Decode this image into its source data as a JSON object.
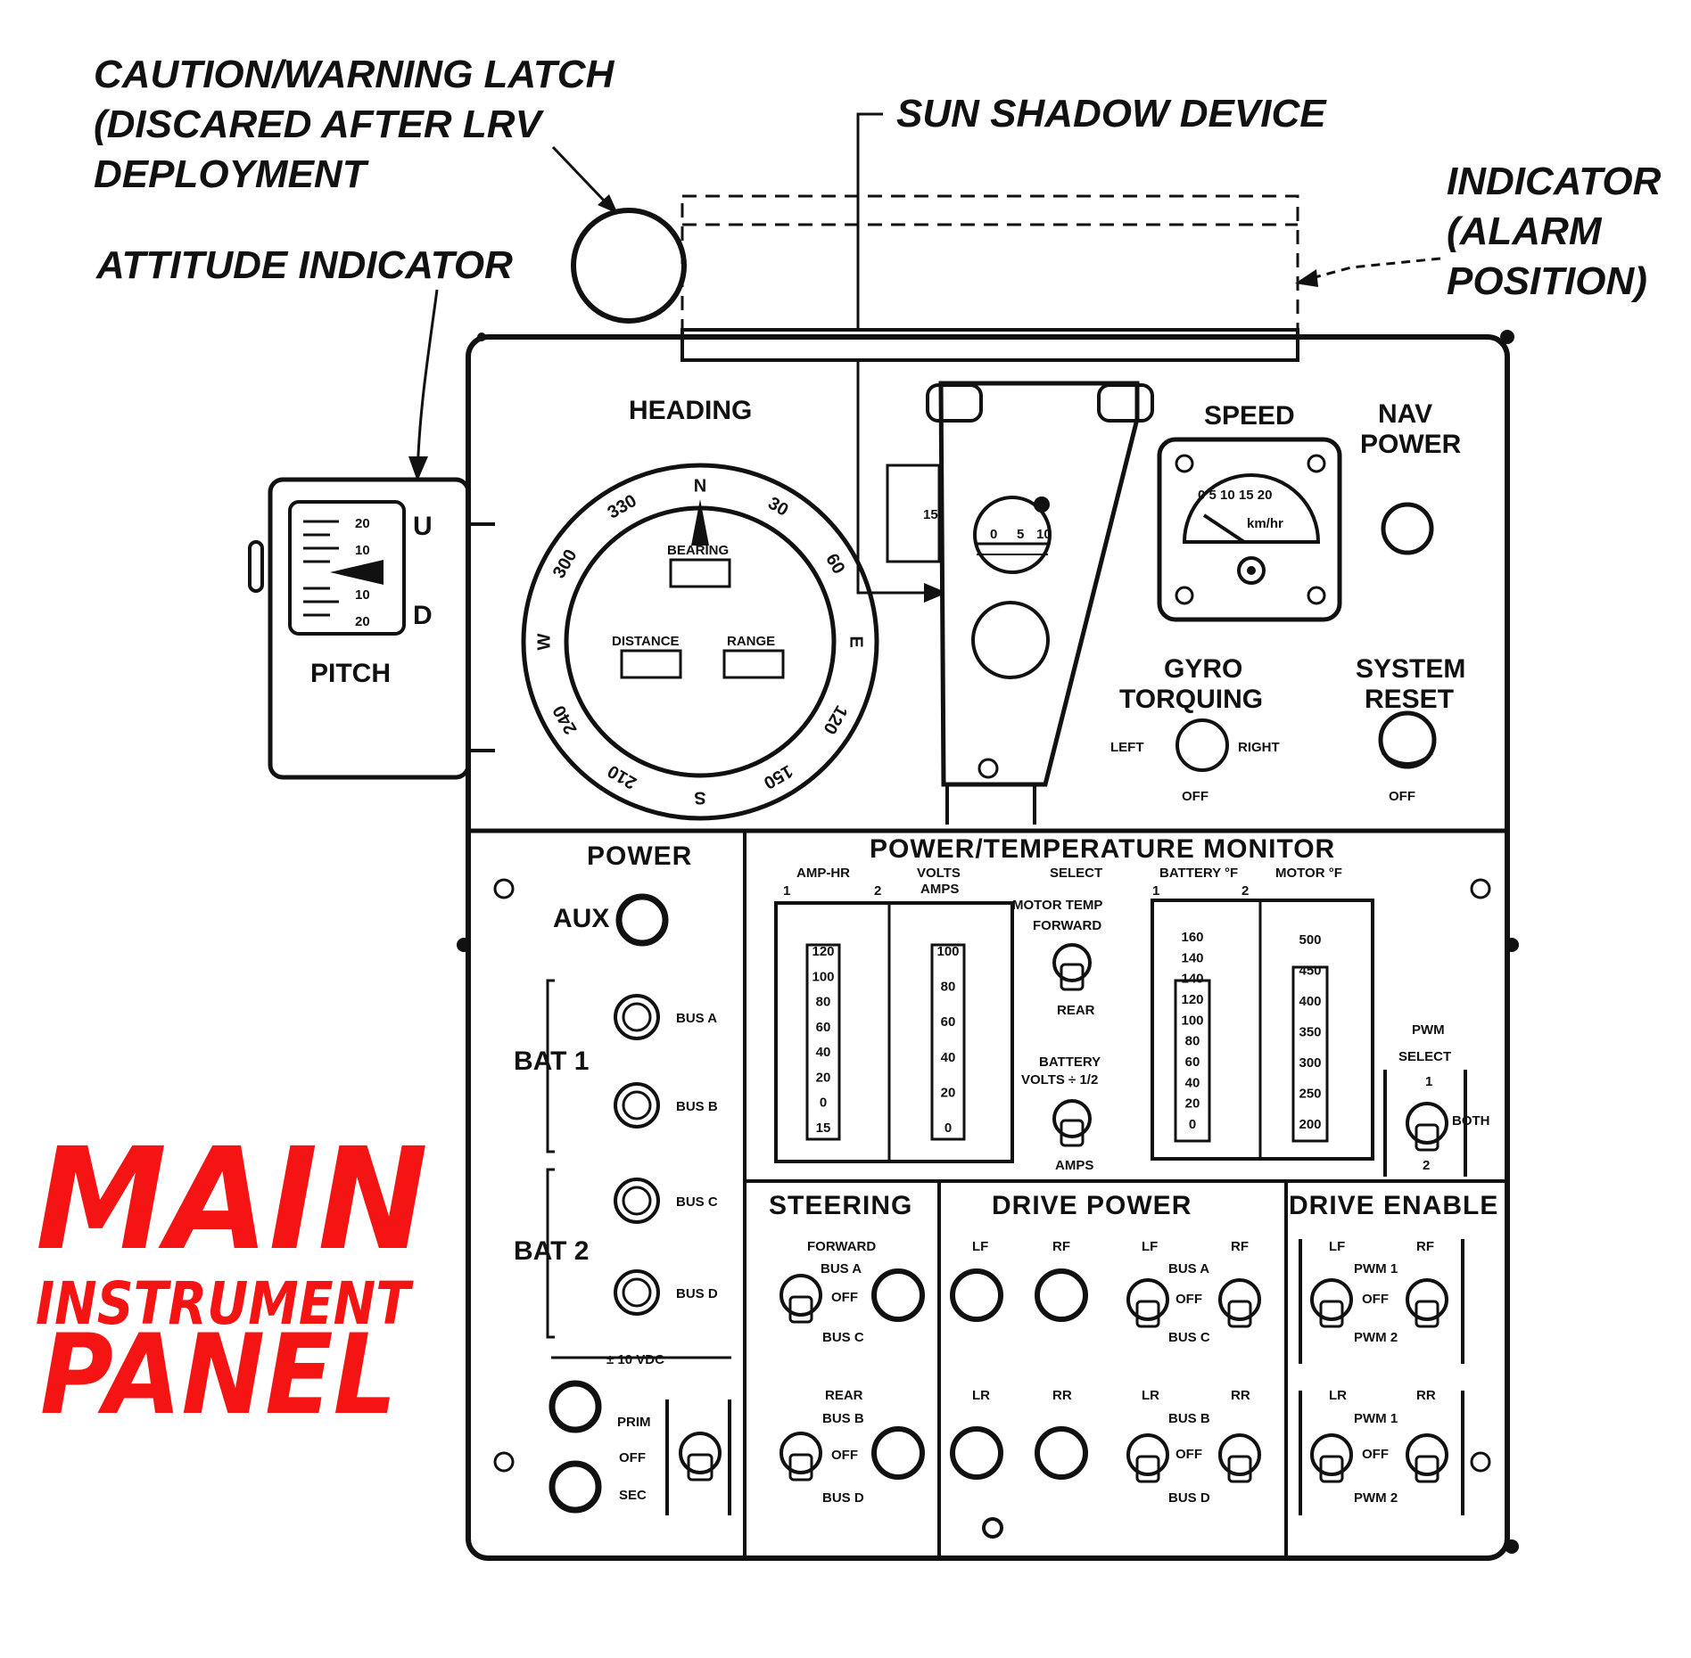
{
  "annotations": {
    "caution_line1": "CAUTION/WARNING LATCH",
    "caution_line2": "(DISCARED AFTER LRV",
    "caution_line3": "DEPLOYMENT",
    "attitude": "ATTITUDE INDICATOR",
    "sun_shadow": "SUN SHADOW DEVICE",
    "indicator_line1": "INDICATOR",
    "indicator_line2": "(ALARM",
    "indicator_line3": "POSITION)"
  },
  "big_title": {
    "line1": "MAIN",
    "line2": "INSTRUMENT",
    "line3": "PANEL"
  },
  "pitch": {
    "u": "U",
    "d": "D",
    "label": "PITCH",
    "ticks": [
      "20",
      "10",
      "10",
      "20"
    ]
  },
  "heading": {
    "label": "HEADING",
    "compass": [
      "N",
      "30",
      "60",
      "E",
      "120",
      "150",
      "S",
      "210",
      "240",
      "W",
      "300",
      "330"
    ],
    "bearing": "BEARING",
    "distance": "DISTANCE",
    "range": "RANGE"
  },
  "sun_scale": [
    "15",
    "0",
    "5",
    "10"
  ],
  "speed": {
    "label": "SPEED",
    "scale": "0 5 10 15 20",
    "unit": "km/hr"
  },
  "nav_power": {
    "line1": "NAV",
    "line2": "POWER"
  },
  "gyro": {
    "line1": "GYRO",
    "line2": "TORQUING",
    "left": "LEFT",
    "right": "RIGHT",
    "off": "OFF"
  },
  "system_reset": {
    "line1": "SYSTEM",
    "line2": "RESET",
    "off": "OFF"
  },
  "power": {
    "title": "POWER",
    "aux": "AUX",
    "bat1": "BAT 1",
    "bat2": "BAT 2",
    "bus_a": "BUS A",
    "bus_b": "BUS B",
    "bus_c": "BUS C",
    "bus_d": "BUS D",
    "vdc": "± 10 VDC",
    "prim": "PRIM",
    "off": "OFF",
    "sec": "SEC"
  },
  "monitor": {
    "title": "POWER/TEMPERATURE MONITOR",
    "amp_hr": "AMP-HR",
    "volts": "VOLTS",
    "amps": "AMPS",
    "select": "SELECT",
    "motor_temp": "MOTOR TEMP",
    "forward": "FORWARD",
    "rear": "REAR",
    "battery_volts": "BATTERY",
    "volts_half": "VOLTS ÷ 1/2",
    "amps2": "AMPS",
    "battery_f": "BATTERY °F",
    "motor_f": "MOTOR °F",
    "n1": "1",
    "n2": "2",
    "amphr_scale": [
      "120",
      "100",
      "80",
      "60",
      "40",
      "20",
      "0",
      "15"
    ],
    "volts_scale": [
      "100",
      "80",
      "60",
      "40",
      "20",
      "0"
    ],
    "batt_scale": [
      "160",
      "140",
      "140",
      "120",
      "100",
      "80",
      "60",
      "40",
      "20",
      "0"
    ],
    "motor_scale": [
      "500",
      "450",
      "400",
      "350",
      "300",
      "250",
      "200"
    ]
  },
  "pwm": {
    "line1": "PWM",
    "line2": "SELECT",
    "n1": "1",
    "both": "BOTH",
    "n2": "2"
  },
  "steering": {
    "title": "STEERING",
    "forward": "FORWARD",
    "bus_a": "BUS A",
    "off": "OFF",
    "bus_c": "BUS C",
    "rear": "REAR",
    "bus_b": "BUS B",
    "off2": "OFF",
    "bus_d": "BUS D"
  },
  "drive_power": {
    "title": "DRIVE POWER",
    "lf": "LF",
    "rf": "RF",
    "lr": "LR",
    "rr": "RR",
    "bus_a": "BUS A",
    "off": "OFF",
    "bus_c": "BUS C",
    "bus_b": "BUS B",
    "off2": "OFF",
    "bus_d": "BUS D"
  },
  "drive_enable": {
    "title": "DRIVE ENABLE",
    "lf": "LF",
    "rf": "RF",
    "lr": "LR",
    "rr": "RR",
    "pwm1": "PWM 1",
    "off": "OFF",
    "pwm2": "PWM 2"
  }
}
